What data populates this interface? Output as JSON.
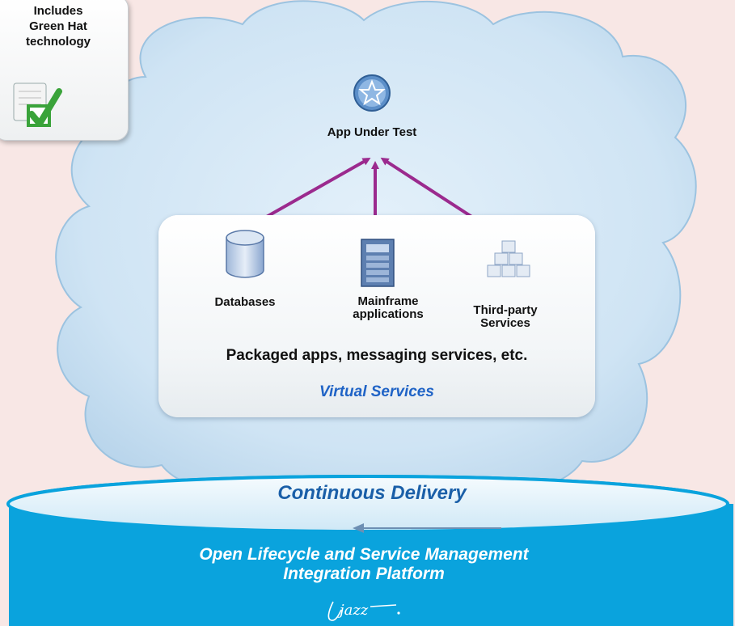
{
  "badge": {
    "line1": "Includes",
    "line2": "Green Hat",
    "line3": "technology"
  },
  "app": {
    "label": "App Under Test"
  },
  "services": {
    "databases": "Databases",
    "mainframe_line1": "Mainframe",
    "mainframe_line2": "applications",
    "thirdparty_line1": "Third-party",
    "thirdparty_line2": "Services"
  },
  "packaged_label": "Packaged apps, messaging services, etc.",
  "virtual_services_label": "Virtual Services",
  "continuous_delivery_label": "Continuous Delivery",
  "platform": {
    "line1": "Open Lifecycle and Service Management",
    "line2": "Integration Platform",
    "brand": "jazz"
  },
  "colors": {
    "cloud": "#c9e2f3",
    "arrow": "#9b2a8e",
    "platform": "#0aa3dd",
    "virtual_services_text": "#1f63c6",
    "continuous_delivery_text": "#1a5fa8",
    "check": "#3aa33a"
  },
  "icons": [
    "cloud-shape",
    "app-under-test-icon",
    "database-icon",
    "mainframe-icon",
    "third-party-services-icon",
    "green-check-icon",
    "jazz-logo"
  ]
}
